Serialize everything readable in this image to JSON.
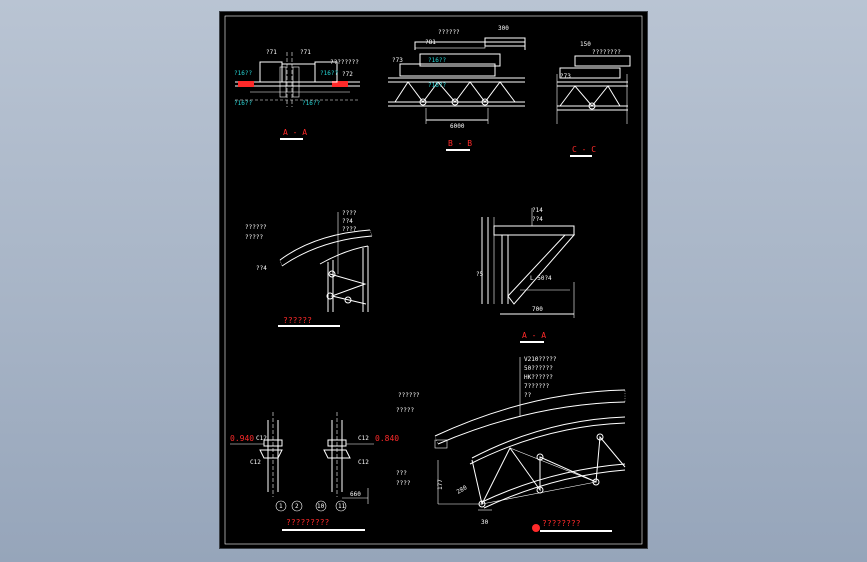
{
  "colors": {
    "sheet": "#000000",
    "desktop": "#a7b4c6",
    "line": "#ffffff",
    "title": "#ff2a2a",
    "note": "#25d6d6"
  },
  "sections": {
    "aa_top": {
      "title": "A - A",
      "n1": "?71",
      "n2": "?71",
      "n3": "????????",
      "n4": "?72",
      "n5": "?16??",
      "n6": "?16??",
      "n7": "?16??",
      "n8": "?16??"
    },
    "bb": {
      "title": "B - B",
      "dim_top": "300",
      "n1": "??????",
      "n2": "?81",
      "n3": "?73",
      "n4": "?16??",
      "n5": "?16??",
      "dim_bottom": "6000"
    },
    "cc": {
      "title": "C - C",
      "dim_top": "150",
      "n1": "????????",
      "n2": "?73"
    },
    "detail_mid": {
      "title": "??????",
      "n1": "??????",
      "n2": "?????",
      "n3": "??4",
      "n4": "????",
      "n5": "??4",
      "n6": "????"
    },
    "aa_bracket": {
      "title": "A - A",
      "n1": "?14",
      "n2": "??4",
      "n3": "L 50?4",
      "dim": "700",
      "n4": "?5"
    },
    "columns": {
      "title": "?????????",
      "elev_left": "0.940",
      "elev_right": "0.840",
      "c_tl": "C12",
      "c_bl": "C12",
      "c_tr": "C12",
      "c_br": "C12",
      "dim": "660",
      "axis": [
        "1",
        "2",
        "10",
        "11"
      ]
    },
    "arch": {
      "title": "????????",
      "notes": [
        "V210?????",
        "50??????",
        "HK??????",
        "7??????",
        "??"
      ],
      "n1": "??????",
      "n2": "?????",
      "n3": "???",
      "n4": "????",
      "dim_v": "177",
      "dim_h": "30",
      "dim_s": "280"
    }
  }
}
